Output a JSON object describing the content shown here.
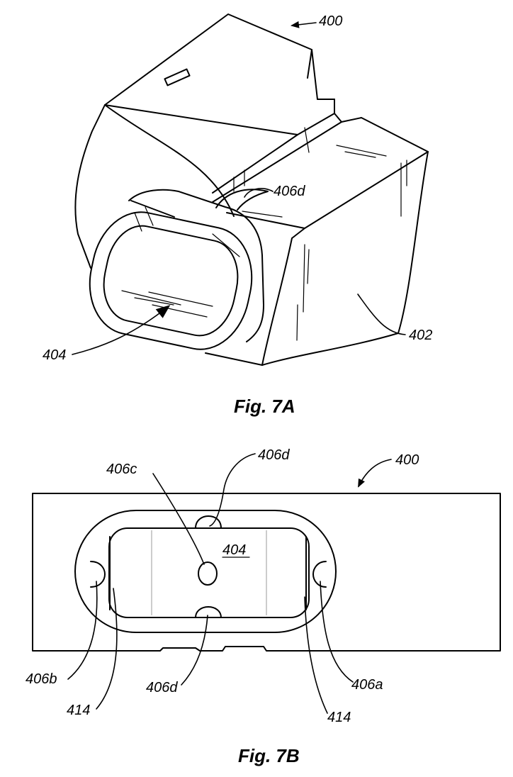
{
  "figures": [
    {
      "caption": "Fig. 7A",
      "references": {
        "device": "400",
        "body": "402",
        "passage": "404",
        "port_top": "406d"
      }
    },
    {
      "caption": "Fig. 7B",
      "references": {
        "device": "400",
        "passage": "404",
        "port_center": "406c",
        "port_top": "406d",
        "port_bottom": "406d",
        "port_left": "406b",
        "port_right": "406a",
        "wall_left": "414",
        "wall_right": "414"
      }
    }
  ]
}
